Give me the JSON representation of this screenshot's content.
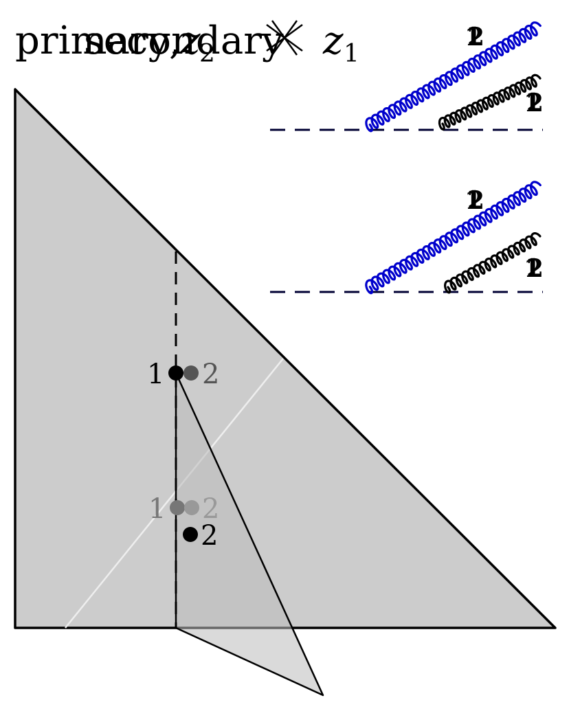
{
  "title": {
    "primary": "primary",
    "secondary": "secondary",
    "z2": "z",
    "z2_sub": "2",
    "z1": "z",
    "z1_sub": "1",
    "separator": ","
  },
  "colors": {
    "main_triangle_fill": "#cccccc",
    "secondary_triangle_fill": "#d8d8d8",
    "spring_primary": "#0000cc",
    "spring_secondary": "#000000",
    "dashed_baseline": "#000033",
    "faint_point": "#555555",
    "fainter_point": "#888888"
  },
  "points": {
    "upper_left_label": "1",
    "upper_right_label": "2",
    "lower_left_label": "1",
    "lower_right_label": "2",
    "lone_label": "2"
  },
  "spring_panels": [
    {
      "name": "top",
      "label_upper_a": "1",
      "label_upper_b": "2",
      "label_lower_a": "1",
      "label_lower_b": "2"
    },
    {
      "name": "bottom",
      "label_upper_a": "1",
      "label_upper_b": "2",
      "label_lower_a": "1",
      "label_lower_b": "2"
    }
  ]
}
